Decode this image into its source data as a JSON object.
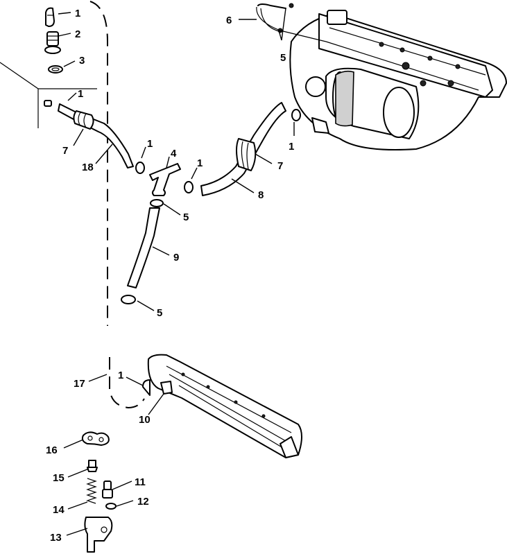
{
  "callouts": {
    "c1a": "1",
    "c2": "2",
    "c3": "3",
    "c1b": "1",
    "c7a": "7",
    "c18": "18",
    "c1c": "1",
    "c4": "4",
    "c1d": "1",
    "c5a": "5",
    "c9": "9",
    "c5b": "5",
    "c6": "6",
    "c5c": "5",
    "c1e": "1",
    "c7b": "7",
    "c8": "8",
    "c17": "17",
    "c1f": "1",
    "c10": "10",
    "c16": "16",
    "c15": "15",
    "c11": "11",
    "c12": "12",
    "c14": "14",
    "c13": "13"
  }
}
